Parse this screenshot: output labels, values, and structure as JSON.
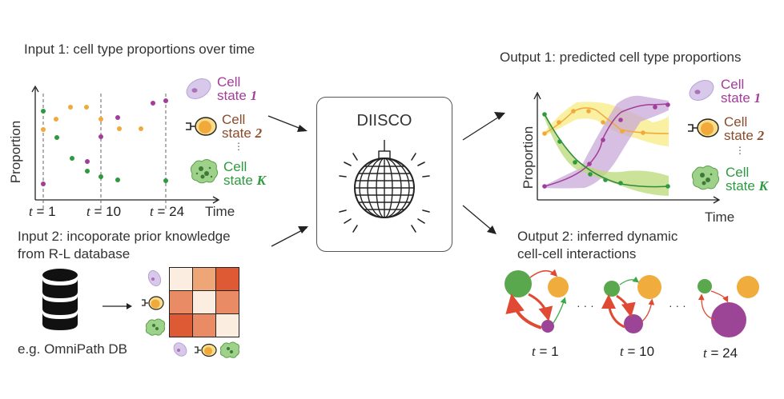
{
  "input1": {
    "title": "Input 1: cell type proportions over time",
    "ylabel": "Proportion",
    "xlabel": "Time",
    "ticks": [
      {
        "var": "t",
        "eq": " = 1"
      },
      {
        "var": "t",
        "eq": " = 10"
      },
      {
        "var": "t",
        "eq": " = 24"
      }
    ]
  },
  "legend": [
    {
      "line1": "Cell",
      "line2": "state ",
      "index": "1",
      "color": "#a23d9a"
    },
    {
      "line1": "Cell",
      "line2": "state ",
      "index": "2",
      "color": "#8a4b2a"
    },
    {
      "line1": "Cell",
      "line2": "state ",
      "index": "K",
      "color": "#2e9a3e"
    }
  ],
  "legend_ellipsis": "⋮",
  "input2": {
    "title_line1": "Input 2: incoporate prior knowledge",
    "title_line2": "from R-L database",
    "db_label": "e.g. OmniPath DB",
    "heatmap": [
      [
        "#fbeee0",
        "#eea676",
        "#de5a35"
      ],
      [
        "#e98c66",
        "#fbeee0",
        "#e98c66"
      ],
      [
        "#de5a35",
        "#e98c66",
        "#fbeee0"
      ]
    ]
  },
  "model": {
    "name": "DIISCO"
  },
  "output1": {
    "title": "Output 1: predicted cell type proportions",
    "ylabel": "Proportion",
    "xlabel": "Time"
  },
  "output2": {
    "title_line1": "Output 2: inferred dynamic",
    "title_line2": "cell-cell interactions",
    "ellipsis": "· · ·",
    "panels": [
      {
        "var": "t",
        "eq": " = 1"
      },
      {
        "var": "t",
        "eq": " = 10"
      },
      {
        "var": "t",
        "eq": " = 24"
      }
    ]
  },
  "colors": {
    "state1": "#a23d9a",
    "state2": "#f2a93b",
    "stateK": "#2e9a3e",
    "edge_red": "#e04a35",
    "edge_green": "#3aaa48",
    "node_green": "#5aa84e",
    "node_orange": "#f0ac3c",
    "node_purple": "#9c4596"
  },
  "chart_data": [
    {
      "type": "scatter",
      "title": "Input 1: cell type proportions over time",
      "xlabel": "Time",
      "ylabel": "Proportion",
      "x_ticks": [
        "t = 1",
        "t = 10",
        "t = 24"
      ],
      "series": [
        {
          "name": "Cell state 1",
          "color": "#a23d9a",
          "points": [
            [
              1,
              0.1
            ],
            [
              8,
              0.35
            ],
            [
              10,
              0.55
            ],
            [
              13,
              0.72
            ],
            [
              22,
              0.93
            ],
            [
              24,
              0.93
            ]
          ]
        },
        {
          "name": "Cell state 2",
          "color": "#f2a93b",
          "points": [
            [
              1,
              0.62
            ],
            [
              3,
              0.76
            ],
            [
              5,
              0.86
            ],
            [
              8,
              0.86
            ],
            [
              10,
              0.76
            ],
            [
              13,
              0.64
            ],
            [
              18,
              0.64
            ]
          ]
        },
        {
          "name": "Cell state K",
          "color": "#2e9a3e",
          "points": [
            [
              1,
              0.82
            ],
            [
              3,
              0.55
            ],
            [
              5,
              0.38
            ],
            [
              8,
              0.28
            ],
            [
              10,
              0.22
            ],
            [
              13,
              0.18
            ],
            [
              24,
              0.17
            ]
          ]
        }
      ]
    },
    {
      "type": "line",
      "title": "Output 1: predicted cell type proportions",
      "xlabel": "Time",
      "ylabel": "Proportion",
      "series": [
        {
          "name": "Cell state 1",
          "color": "#a23d9a",
          "trend": "increasing sigmoid, low to high, wide uncertainty band"
        },
        {
          "name": "Cell state 2",
          "color": "#f2a93b",
          "trend": "rises to peak early then plateaus mid-high"
        },
        {
          "name": "Cell state K",
          "color": "#2e9a3e",
          "trend": "exponential decay from high to low"
        }
      ]
    }
  ]
}
